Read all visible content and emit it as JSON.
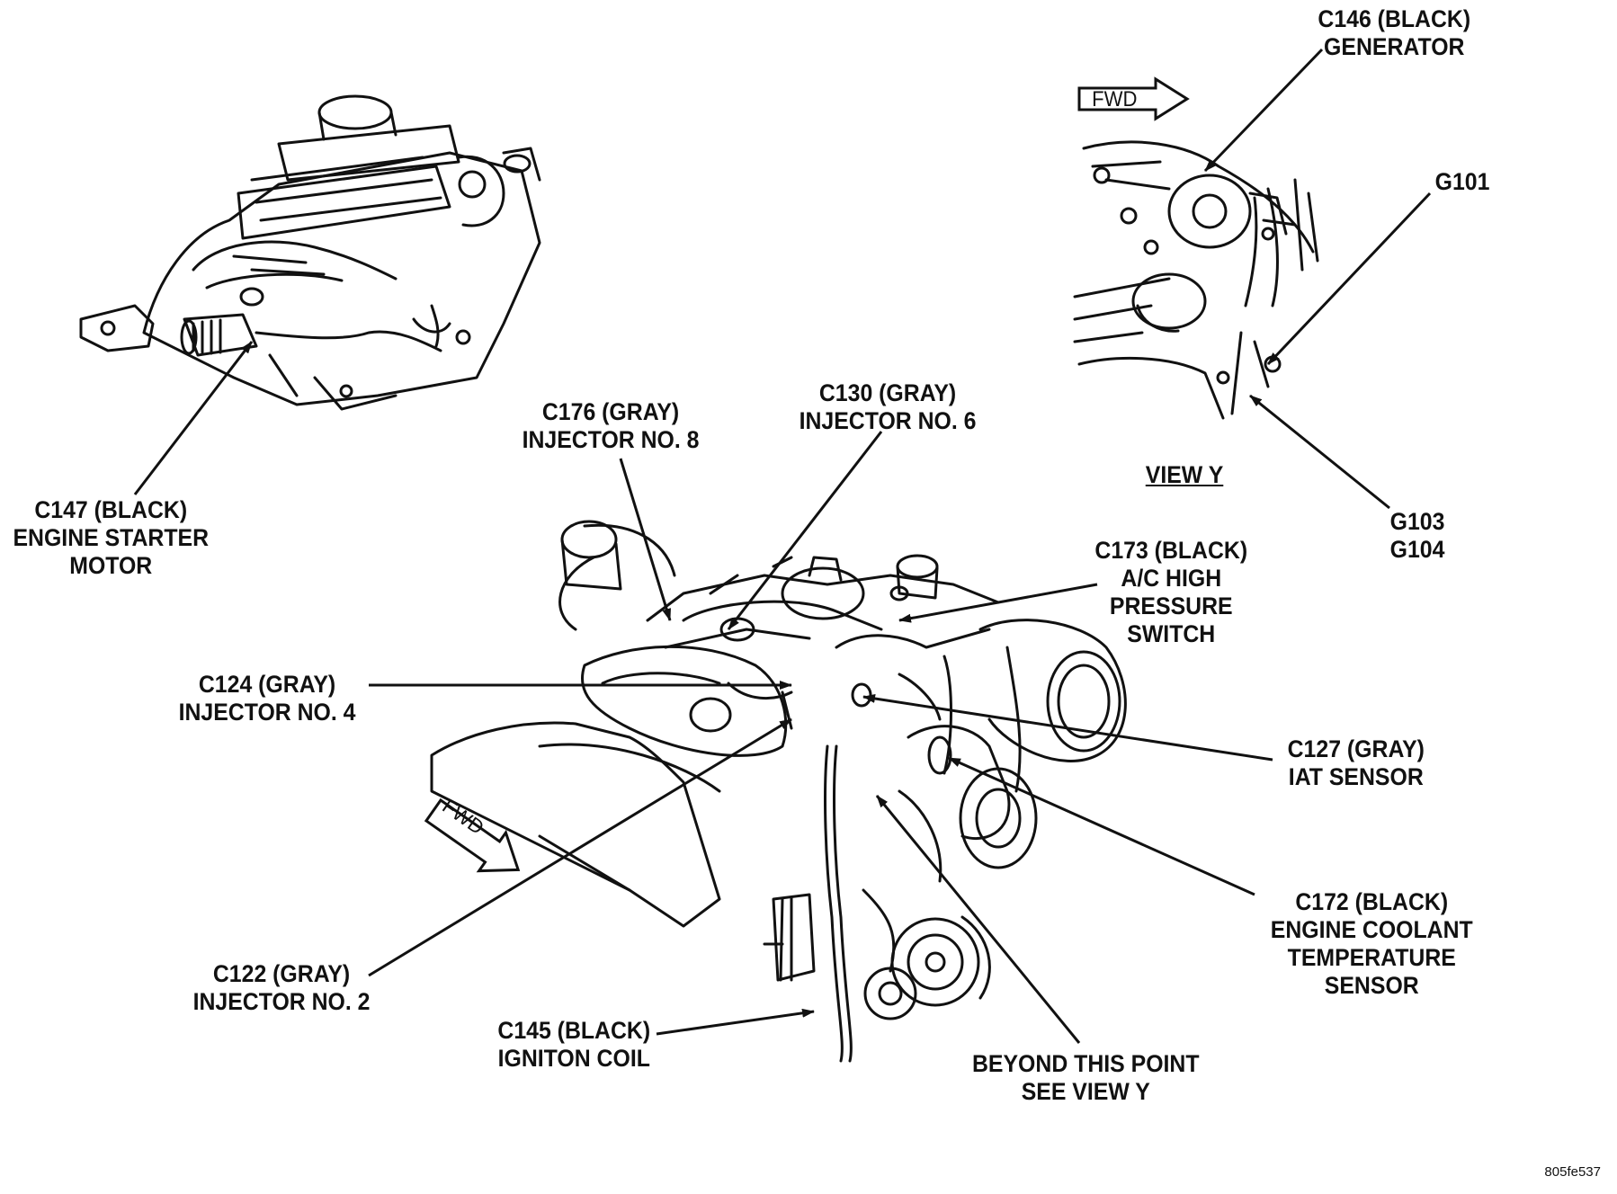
{
  "labels": {
    "c146": [
      "C146 (BLACK)",
      "GENERATOR"
    ],
    "g101": [
      "G101"
    ],
    "g103_g104": [
      "G103",
      "G104"
    ],
    "view_y": [
      "VIEW Y"
    ],
    "c147": [
      "C147 (BLACK)",
      "ENGINE STARTER",
      "MOTOR"
    ],
    "c176": [
      "C176 (GRAY)",
      "INJECTOR NO. 8"
    ],
    "c130": [
      "C130 (GRAY)",
      "INJECTOR NO. 6"
    ],
    "c173": [
      "C173 (BLACK)",
      "A/C HIGH",
      "PRESSURE",
      "SWITCH"
    ],
    "c124": [
      "C124 (GRAY)",
      "INJECTOR NO. 4"
    ],
    "c127": [
      "C127 (GRAY)",
      "IAT SENSOR"
    ],
    "c172": [
      "C172 (BLACK)",
      "ENGINE COOLANT",
      "TEMPERATURE",
      "SENSOR"
    ],
    "c122": [
      "C122 (GRAY)",
      "INJECTOR NO. 2"
    ],
    "c145": [
      "C145 (BLACK)",
      "IGNITON COIL"
    ],
    "beyond": [
      "BEYOND THIS POINT",
      "SEE VIEW Y"
    ]
  },
  "fwd_top": "FWD",
  "fwd_main": "FWD",
  "figure_id": "805fe537",
  "colors": {
    "ink": "#111111",
    "background": "#ffffff"
  }
}
